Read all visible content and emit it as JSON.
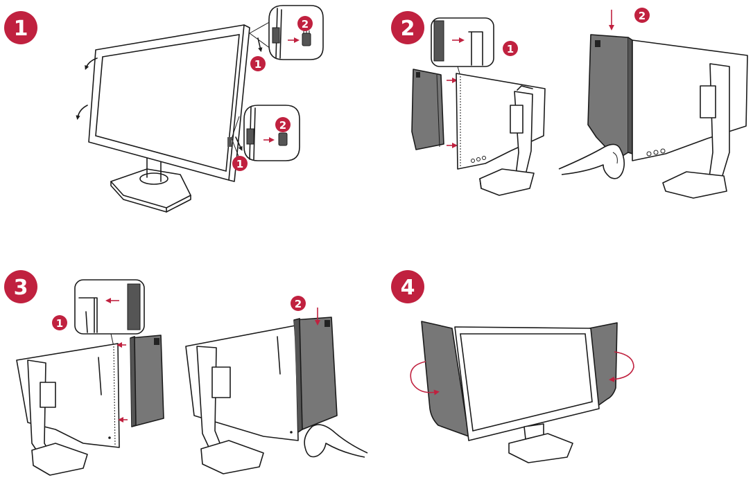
{
  "steps": [
    {
      "number": "1"
    },
    {
      "number": "2"
    },
    {
      "number": "3"
    },
    {
      "number": "4"
    }
  ],
  "markers": {
    "one": "1",
    "two": "2"
  },
  "colors": {
    "accent": "#c0213f",
    "shield": "#777777",
    "line": "#1a1a1a"
  }
}
